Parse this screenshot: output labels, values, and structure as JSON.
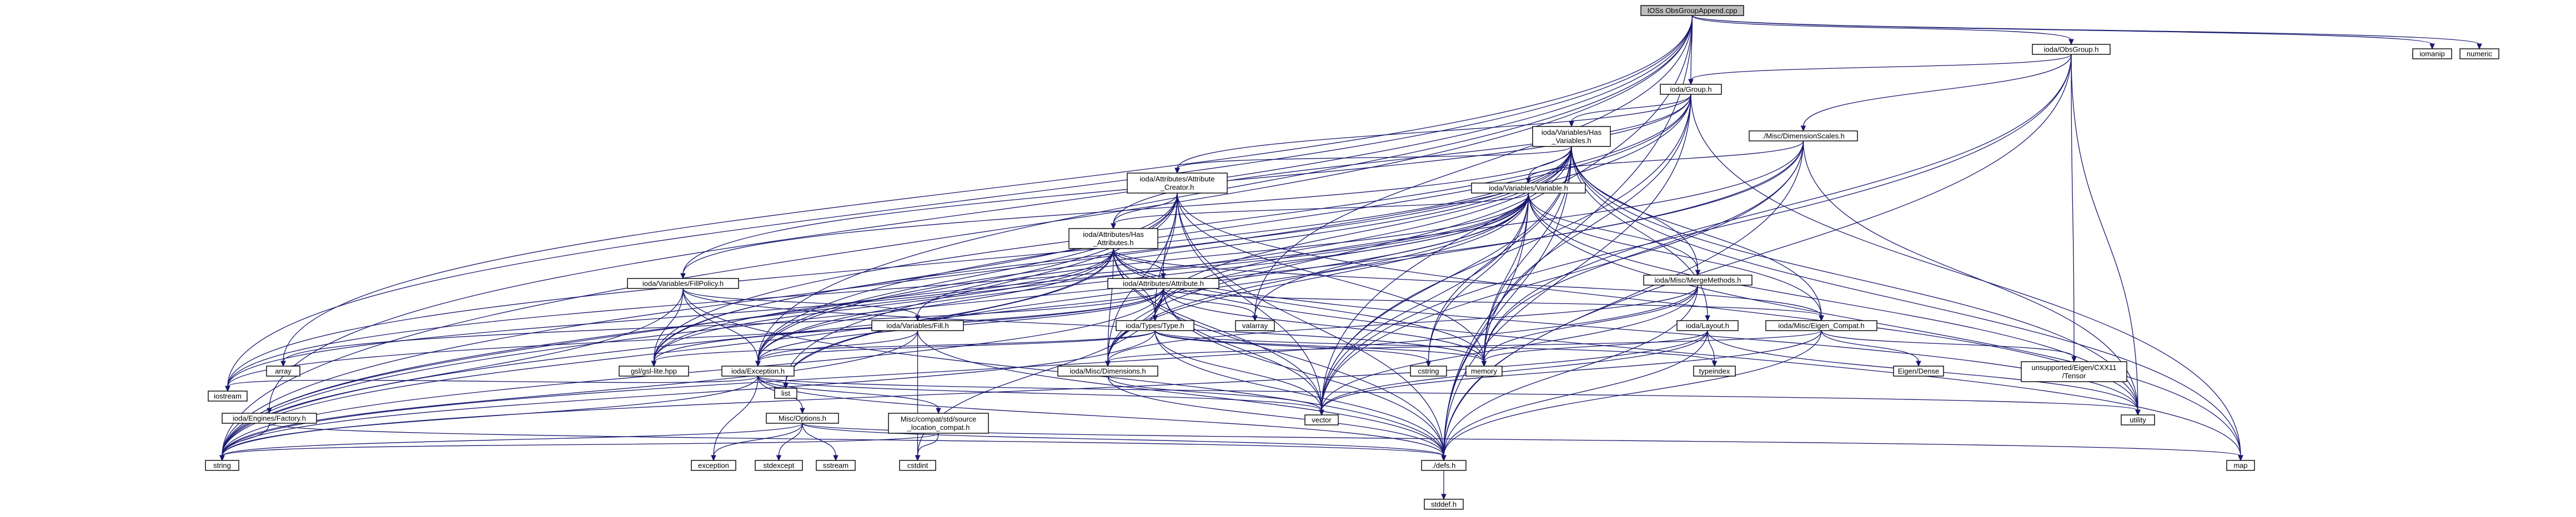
{
  "colors": {
    "root_fill": "#bfbfbf",
    "node_fill": "#ffffff",
    "node_border": "#000000",
    "external_border": "#bfbfbf",
    "red_node_border": "#ff0000",
    "edge": "#191970"
  },
  "nodes": [
    {
      "id": "root",
      "lines": [
        "IOSs ObsGroupAppend.cpp"
      ],
      "style": "root"
    },
    {
      "id": "obsgroup",
      "lines": [
        "ioda/ObsGroup.h"
      ],
      "style": "normal"
    },
    {
      "id": "iomanip",
      "lines": [
        "iomanip"
      ],
      "style": "external"
    },
    {
      "id": "numeric",
      "lines": [
        "numeric"
      ],
      "style": "external"
    },
    {
      "id": "group",
      "lines": [
        "ioda/Group.h"
      ],
      "style": "normal"
    },
    {
      "id": "hasvariables",
      "lines": [
        "ioda/Variables/Has",
        "_Variables.h"
      ],
      "style": "normal"
    },
    {
      "id": "dimscales",
      "lines": [
        "./Misc/DimensionScales.h"
      ],
      "style": "normal"
    },
    {
      "id": "attrcreator",
      "lines": [
        "ioda/Attributes/Attribute",
        "_Creator.h"
      ],
      "style": "normal"
    },
    {
      "id": "variable",
      "lines": [
        "ioda/Variables/Variable.h"
      ],
      "style": "red"
    },
    {
      "id": "hasattrs",
      "lines": [
        "ioda/Attributes/Has",
        "_Attributes.h"
      ],
      "style": "normal"
    },
    {
      "id": "fillpolicy",
      "lines": [
        "ioda/Variables/FillPolicy.h"
      ],
      "style": "normal"
    },
    {
      "id": "attribute",
      "lines": [
        "ioda/Attributes/Attribute.h"
      ],
      "style": "red"
    },
    {
      "id": "mergemethods",
      "lines": [
        "ioda/Misc/MergeMethods.h"
      ],
      "style": "normal"
    },
    {
      "id": "fill",
      "lines": [
        "ioda/Variables/Fill.h"
      ],
      "style": "normal"
    },
    {
      "id": "valarray",
      "lines": [
        "valarray"
      ],
      "style": "external"
    },
    {
      "id": "type",
      "lines": [
        "ioda/Types/Type.h"
      ],
      "style": "red"
    },
    {
      "id": "layout",
      "lines": [
        "ioda/Layout.h"
      ],
      "style": "normal"
    },
    {
      "id": "eigencompat",
      "lines": [
        "ioda/Misc/Eigen_Compat.h"
      ],
      "style": "red"
    },
    {
      "id": "gsl",
      "lines": [
        "gsl/gsl-lite.hpp"
      ],
      "style": "external"
    },
    {
      "id": "array",
      "lines": [
        "array"
      ],
      "style": "external"
    },
    {
      "id": "exception_h",
      "lines": [
        "ioda/Exception.h"
      ],
      "style": "normal"
    },
    {
      "id": "dimensions",
      "lines": [
        "ioda/Misc/Dimensions.h"
      ],
      "style": "normal"
    },
    {
      "id": "cstring",
      "lines": [
        "cstring"
      ],
      "style": "external"
    },
    {
      "id": "memory",
      "lines": [
        "memory"
      ],
      "style": "external"
    },
    {
      "id": "typeindex",
      "lines": [
        "typeindex"
      ],
      "style": "external"
    },
    {
      "id": "eigendense",
      "lines": [
        "Eigen/Dense"
      ],
      "style": "external"
    },
    {
      "id": "tensor",
      "lines": [
        "unsupported/Eigen/CXX11",
        "/Tensor"
      ],
      "style": "external"
    },
    {
      "id": "factory",
      "lines": [
        "ioda/Engines/Factory.h"
      ],
      "style": "normal"
    },
    {
      "id": "options",
      "lines": [
        "Misc/Options.h"
      ],
      "style": "normal"
    },
    {
      "id": "srclocation",
      "lines": [
        "Misc/compat/std/source",
        "_location_compat.h"
      ],
      "style": "normal"
    },
    {
      "id": "list",
      "lines": [
        "list"
      ],
      "style": "external"
    },
    {
      "id": "vector",
      "lines": [
        "vector"
      ],
      "style": "external"
    },
    {
      "id": "utility",
      "lines": [
        "utility"
      ],
      "style": "external"
    },
    {
      "id": "iostream",
      "lines": [
        "iostream"
      ],
      "style": "external"
    },
    {
      "id": "exception",
      "lines": [
        "exception"
      ],
      "style": "external"
    },
    {
      "id": "stdexcept",
      "lines": [
        "stdexcept"
      ],
      "style": "external"
    },
    {
      "id": "sstream",
      "lines": [
        "sstream"
      ],
      "style": "external"
    },
    {
      "id": "cstdint",
      "lines": [
        "cstdint"
      ],
      "style": "external"
    },
    {
      "id": "defs",
      "lines": [
        "./defs.h"
      ],
      "style": "normal"
    },
    {
      "id": "map",
      "lines": [
        "map"
      ],
      "style": "external"
    },
    {
      "id": "string",
      "lines": [
        "string"
      ],
      "style": "external"
    },
    {
      "id": "stddef",
      "lines": [
        "stddef.h"
      ],
      "style": "external"
    }
  ],
  "edges": [
    [
      "root",
      "obsgroup"
    ],
    [
      "root",
      "iomanip"
    ],
    [
      "root",
      "numeric"
    ],
    [
      "root",
      "group"
    ],
    [
      "root",
      "valarray"
    ],
    [
      "root",
      "array"
    ],
    [
      "root",
      "iostream"
    ],
    [
      "root",
      "string"
    ],
    [
      "root",
      "factory"
    ],
    [
      "root",
      "exception_h"
    ],
    [
      "root",
      "vector"
    ],
    [
      "root",
      "defs"
    ],
    [
      "obsgroup",
      "group"
    ],
    [
      "obsgroup",
      "dimscales"
    ],
    [
      "obsgroup",
      "vector"
    ],
    [
      "obsgroup",
      "defs"
    ],
    [
      "obsgroup",
      "utility"
    ],
    [
      "obsgroup",
      "memory"
    ],
    [
      "obsgroup",
      "tensor"
    ],
    [
      "group",
      "hasvariables"
    ],
    [
      "group",
      "attrcreator"
    ],
    [
      "group",
      "hasattrs"
    ],
    [
      "group",
      "fillpolicy"
    ],
    [
      "group",
      "memory"
    ],
    [
      "group",
      "vector"
    ],
    [
      "group",
      "defs"
    ],
    [
      "group",
      "map"
    ],
    [
      "group",
      "gsl"
    ],
    [
      "group",
      "string"
    ],
    [
      "group",
      "exception_h"
    ],
    [
      "hasvariables",
      "attrcreator"
    ],
    [
      "hasvariables",
      "variable"
    ],
    [
      "hasvariables",
      "fillpolicy"
    ],
    [
      "hasvariables",
      "mergemethods"
    ],
    [
      "hasvariables",
      "layout"
    ],
    [
      "hasvariables",
      "eigencompat"
    ],
    [
      "hasvariables",
      "type"
    ],
    [
      "hasvariables",
      "dimensions"
    ],
    [
      "hasvariables",
      "cstring"
    ],
    [
      "hasvariables",
      "memory"
    ],
    [
      "hasvariables",
      "vector"
    ],
    [
      "hasvariables",
      "utility"
    ],
    [
      "hasvariables",
      "map"
    ],
    [
      "hasvariables",
      "defs"
    ],
    [
      "hasvariables",
      "string"
    ],
    [
      "hasvariables",
      "gsl"
    ],
    [
      "hasvariables",
      "iostream"
    ],
    [
      "hasvariables",
      "exception_h"
    ],
    [
      "dimscales",
      "variable"
    ],
    [
      "dimscales",
      "type"
    ],
    [
      "dimscales",
      "dimensions"
    ],
    [
      "dimscales",
      "memory"
    ],
    [
      "dimscales",
      "vector"
    ],
    [
      "dimscales",
      "defs"
    ],
    [
      "dimscales",
      "string"
    ],
    [
      "dimscales",
      "utility"
    ],
    [
      "attrcreator",
      "hasattrs"
    ],
    [
      "attrcreator",
      "attribute"
    ],
    [
      "attrcreator",
      "type"
    ],
    [
      "attrcreator",
      "dimensions"
    ],
    [
      "attrcreator",
      "memory"
    ],
    [
      "attrcreator",
      "vector"
    ],
    [
      "attrcreator",
      "defs"
    ],
    [
      "attrcreator",
      "string"
    ],
    [
      "attrcreator",
      "gsl"
    ],
    [
      "attrcreator",
      "exception_h"
    ],
    [
      "attrcreator",
      "list"
    ],
    [
      "attrcreator",
      "utility"
    ],
    [
      "variable",
      "hasattrs"
    ],
    [
      "variable",
      "fill"
    ],
    [
      "variable",
      "mergemethods"
    ],
    [
      "variable",
      "eigencompat"
    ],
    [
      "variable",
      "type"
    ],
    [
      "variable",
      "dimensions"
    ],
    [
      "variable",
      "exception_h"
    ],
    [
      "variable",
      "cstring"
    ],
    [
      "variable",
      "memory"
    ],
    [
      "variable",
      "vector"
    ],
    [
      "variable",
      "utility"
    ],
    [
      "variable",
      "map"
    ],
    [
      "variable",
      "gsl"
    ],
    [
      "variable",
      "string"
    ],
    [
      "variable",
      "iostream"
    ],
    [
      "variable",
      "list"
    ],
    [
      "variable",
      "defs"
    ],
    [
      "variable",
      "valarray"
    ],
    [
      "hasattrs",
      "attribute"
    ],
    [
      "hasattrs",
      "type"
    ],
    [
      "hasattrs",
      "dimensions"
    ],
    [
      "hasattrs",
      "eigencompat"
    ],
    [
      "hasattrs",
      "memory"
    ],
    [
      "hasattrs",
      "vector"
    ],
    [
      "hasattrs",
      "defs"
    ],
    [
      "hasattrs",
      "string"
    ],
    [
      "hasattrs",
      "gsl"
    ],
    [
      "hasattrs",
      "exception_h"
    ],
    [
      "hasattrs",
      "iostream"
    ],
    [
      "hasattrs",
      "utility"
    ],
    [
      "hasattrs",
      "map"
    ],
    [
      "hasattrs",
      "list"
    ],
    [
      "fillpolicy",
      "fill"
    ],
    [
      "fillpolicy",
      "exception_h"
    ],
    [
      "fillpolicy",
      "gsl"
    ],
    [
      "fillpolicy",
      "string"
    ],
    [
      "fillpolicy",
      "memory"
    ],
    [
      "fillpolicy",
      "defs"
    ],
    [
      "attribute",
      "type"
    ],
    [
      "attribute",
      "eigencompat"
    ],
    [
      "attribute",
      "dimensions"
    ],
    [
      "attribute",
      "exception_h"
    ],
    [
      "attribute",
      "memory"
    ],
    [
      "attribute",
      "vector"
    ],
    [
      "attribute",
      "gsl"
    ],
    [
      "attribute",
      "string"
    ],
    [
      "attribute",
      "iostream"
    ],
    [
      "attribute",
      "array"
    ],
    [
      "attribute",
      "valarray"
    ],
    [
      "attribute",
      "defs"
    ],
    [
      "attribute",
      "cstdint"
    ],
    [
      "mergemethods",
      "dimensions"
    ],
    [
      "mergemethods",
      "vector"
    ],
    [
      "mergemethods",
      "memory"
    ],
    [
      "mergemethods",
      "defs"
    ],
    [
      "mergemethods",
      "string"
    ],
    [
      "fill",
      "exception_h"
    ],
    [
      "fill",
      "cstdint"
    ],
    [
      "fill",
      "string"
    ],
    [
      "fill",
      "defs"
    ],
    [
      "type",
      "exception_h"
    ],
    [
      "type",
      "typeindex"
    ],
    [
      "type",
      "cstring"
    ],
    [
      "type",
      "memory"
    ],
    [
      "type",
      "vector"
    ],
    [
      "type",
      "string"
    ],
    [
      "type",
      "gsl"
    ],
    [
      "type",
      "defs"
    ],
    [
      "layout",
      "memory"
    ],
    [
      "layout",
      "vector"
    ],
    [
      "layout",
      "string"
    ],
    [
      "layout",
      "typeindex"
    ],
    [
      "layout",
      "defs"
    ],
    [
      "layout",
      "utility"
    ],
    [
      "eigencompat",
      "eigendense"
    ],
    [
      "eigencompat",
      "tensor"
    ],
    [
      "eigencompat",
      "vector"
    ],
    [
      "eigencompat",
      "defs"
    ],
    [
      "eigencompat",
      "dimensions"
    ],
    [
      "exception_h",
      "options"
    ],
    [
      "exception_h",
      "srclocation"
    ],
    [
      "exception_h",
      "string"
    ],
    [
      "exception_h",
      "iostream"
    ],
    [
      "exception_h",
      "exception"
    ],
    [
      "exception_h",
      "vector"
    ],
    [
      "exception_h",
      "utility"
    ],
    [
      "exception_h",
      "defs"
    ],
    [
      "dimensions",
      "vector"
    ],
    [
      "dimensions",
      "defs"
    ],
    [
      "factory",
      "defs"
    ],
    [
      "factory",
      "string"
    ],
    [
      "options",
      "exception"
    ],
    [
      "options",
      "stdexcept"
    ],
    [
      "options",
      "sstream"
    ],
    [
      "options",
      "string"
    ],
    [
      "options",
      "map"
    ],
    [
      "options",
      "defs"
    ],
    [
      "srclocation",
      "cstdint"
    ],
    [
      "srclocation",
      "string"
    ],
    [
      "defs",
      "stddef"
    ]
  ]
}
